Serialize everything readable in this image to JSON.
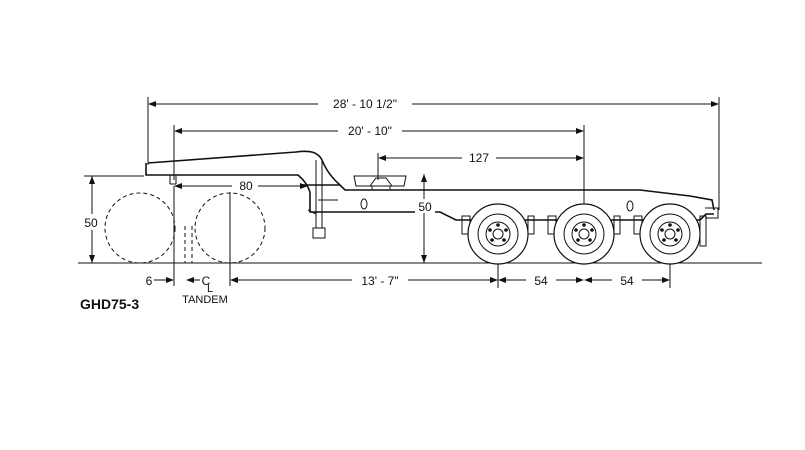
{
  "drawing": {
    "model": "GHD75-3",
    "dimensions": {
      "overall_length": "28' - 10 1/2\"",
      "deck_length": "20' - 10\"",
      "fifth_wheel_to_axle": "127",
      "kingpin_setting": "80",
      "deck_height": "50",
      "swing_clearance_height": "50",
      "offset": "6",
      "axle_spacing_from_tandem": "13' - 7\"",
      "axle_spacing_1": "54",
      "axle_spacing_2": "54"
    },
    "labels": {
      "centerline_mark": "C",
      "centerline_mark_sub": "L",
      "tandem": "TANDEM"
    }
  }
}
